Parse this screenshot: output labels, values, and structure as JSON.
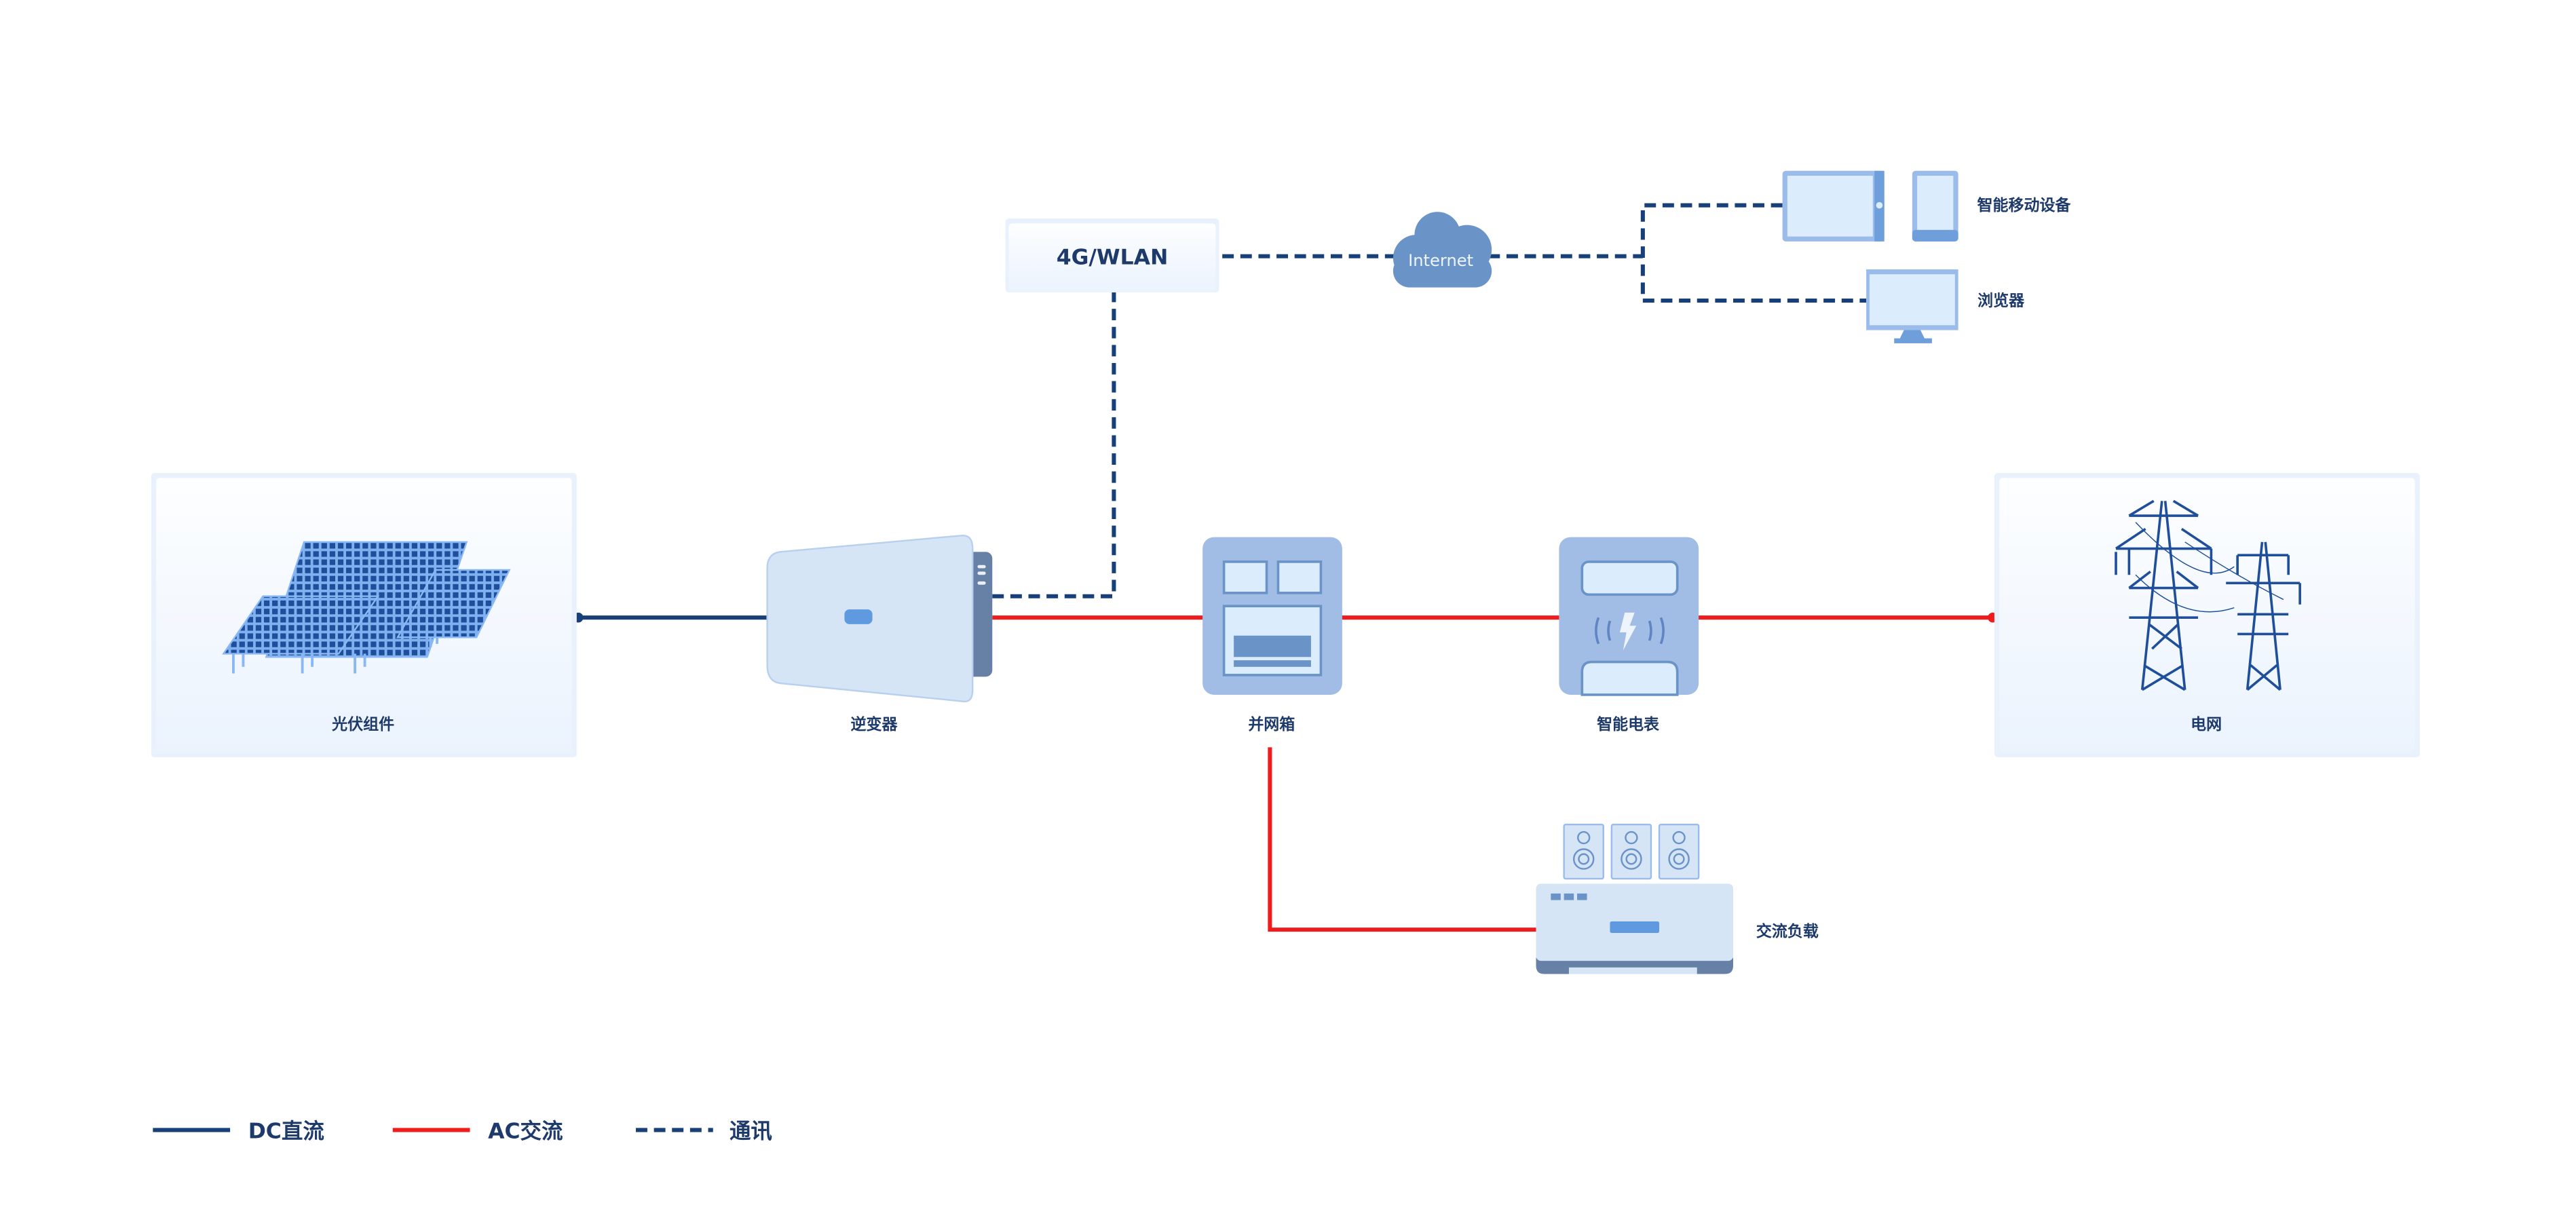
{
  "nodes": {
    "pv": "光伏组件",
    "inverter": "逆变器",
    "combiner_box": "并网箱",
    "smart_meter": "智能电表",
    "grid": "电网",
    "comm_module": "4G/WLAN",
    "internet": "Internet",
    "mobile_devices": "智能移动设备",
    "browser": "浏览器",
    "ac_load": "交流负载"
  },
  "legend": {
    "dc": "DC直流",
    "ac": "AC交流",
    "comm": "通讯"
  },
  "colors": {
    "dc": "#173f78",
    "ac": "#ee1c1c",
    "comm": "#173f78",
    "device_fill": "#a2bde5",
    "device_light": "#d6e5f6"
  }
}
